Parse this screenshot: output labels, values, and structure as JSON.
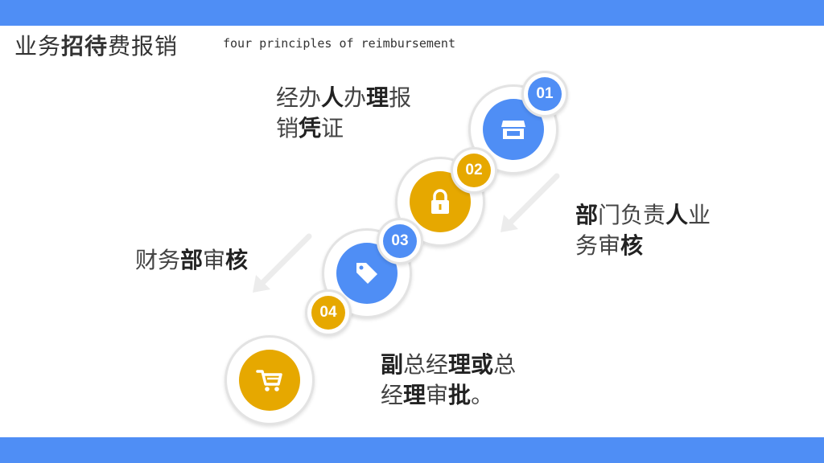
{
  "header": {
    "title_parts": [
      "业务",
      "招待",
      "费报销"
    ],
    "subtitle": "four principles of reimbursement"
  },
  "steps": [
    {
      "number": "01",
      "icon": "store-icon",
      "color": "#4f8ef5",
      "text": [
        "经办",
        "人",
        "办",
        "理",
        "报",
        "销",
        "凭",
        "证"
      ]
    },
    {
      "number": "02",
      "icon": "lock-icon",
      "color": "#e6a800",
      "text": [
        "部",
        "门负责",
        "人",
        "业",
        "务审",
        "核"
      ]
    },
    {
      "number": "03",
      "icon": "tag-icon",
      "color": "#4f8ef5",
      "text": [
        "财务",
        "部",
        "审",
        "核"
      ]
    },
    {
      "number": "04",
      "icon": "cart-icon",
      "color": "#e6a800",
      "text": [
        "副",
        "总经",
        "理",
        "或",
        "总",
        "经",
        "理",
        "审",
        "批",
        "。"
      ]
    }
  ],
  "colors": {
    "accent_blue": "#4f8ef5",
    "accent_gold": "#e6a800",
    "ring": "#e3e3e3",
    "arrow": "#ececec"
  }
}
